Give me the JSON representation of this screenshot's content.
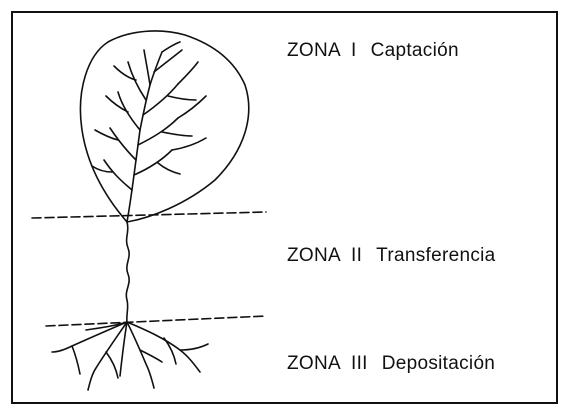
{
  "zones": [
    {
      "prefix": "ZONA",
      "numeral": "I",
      "name": "Captación"
    },
    {
      "prefix": "ZONA",
      "numeral": "II",
      "name": "Transferencia"
    },
    {
      "prefix": "ZONA",
      "numeral": "III",
      "name": "Depositación"
    }
  ],
  "colors": {
    "ink": "#111111",
    "background": "#ffffff"
  }
}
